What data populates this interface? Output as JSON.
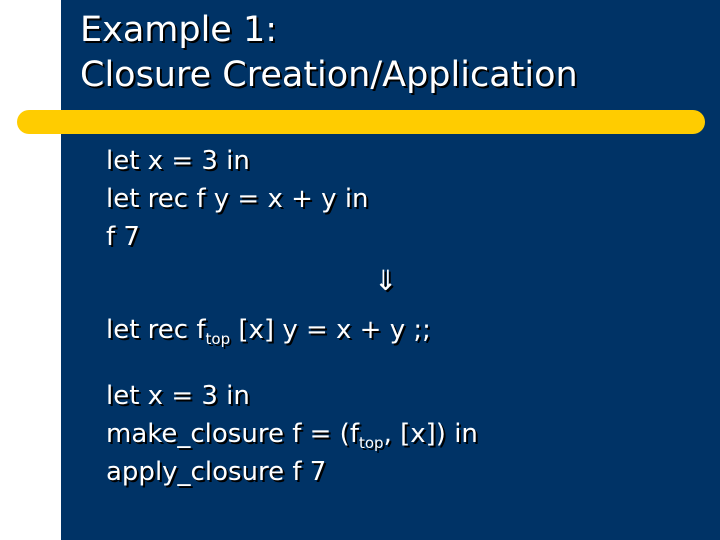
{
  "slide": {
    "title_line1": "Example 1:",
    "title_line2": "Closure Creation/Application",
    "source": {
      "line1": "let x = 3 in",
      "line2": "let rec f y = x + y in",
      "line3": "f 7"
    },
    "arrow": "⇓",
    "lifted": {
      "prefix": "let rec f",
      "sub": "top",
      "suffix": " [x] y = x + y ;;"
    },
    "target": {
      "line1": "let x = 3 in",
      "line2_prefix": "make_closure f = (f",
      "line2_sub": "top",
      "line2_suffix": ", [x]) in",
      "line3": "apply_closure f 7"
    },
    "colors": {
      "background": "#003366",
      "accent_bar": "#ffcc00",
      "text": "#ffffff"
    }
  }
}
